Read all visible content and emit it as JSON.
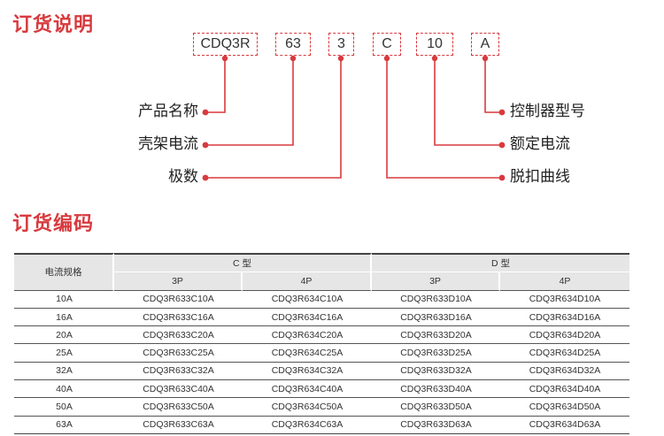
{
  "sections": {
    "ordering_title": "订货说明",
    "coding_title": "订货编码"
  },
  "code_segments": [
    "CDQ3R",
    "63",
    "3",
    "C",
    "10",
    "A"
  ],
  "descriptions": {
    "product_name": "产品名称",
    "frame_current": "壳架电流",
    "poles": "极数",
    "controller_model": "控制器型号",
    "rated_current": "额定电流",
    "trip_curve": "脱扣曲线"
  },
  "colors": {
    "accent": "#d83a3e",
    "header_bg": "#e6e6e6"
  },
  "table": {
    "spec_header": "电流规格",
    "type_c": "C 型",
    "type_d": "D 型",
    "pole_headers": [
      "3P",
      "4P",
      "3P",
      "4P"
    ],
    "rows": [
      [
        "10A",
        "CDQ3R633C10A",
        "CDQ3R634C10A",
        "CDQ3R633D10A",
        "CDQ3R634D10A"
      ],
      [
        "16A",
        "CDQ3R633C16A",
        "CDQ3R634C16A",
        "CDQ3R633D16A",
        "CDQ3R634D16A"
      ],
      [
        "20A",
        "CDQ3R633C20A",
        "CDQ3R634C20A",
        "CDQ3R633D20A",
        "CDQ3R634D20A"
      ],
      [
        "25A",
        "CDQ3R633C25A",
        "CDQ3R634C25A",
        "CDQ3R633D25A",
        "CDQ3R634D25A"
      ],
      [
        "32A",
        "CDQ3R633C32A",
        "CDQ3R634C32A",
        "CDQ3R633D32A",
        "CDQ3R634D32A"
      ],
      [
        "40A",
        "CDQ3R633C40A",
        "CDQ3R634C40A",
        "CDQ3R633D40A",
        "CDQ3R634D40A"
      ],
      [
        "50A",
        "CDQ3R633C50A",
        "CDQ3R634C50A",
        "CDQ3R633D50A",
        "CDQ3R634D50A"
      ],
      [
        "63A",
        "CDQ3R633C63A",
        "CDQ3R634C63A",
        "CDQ3R633D63A",
        "CDQ3R634D63A"
      ]
    ]
  }
}
